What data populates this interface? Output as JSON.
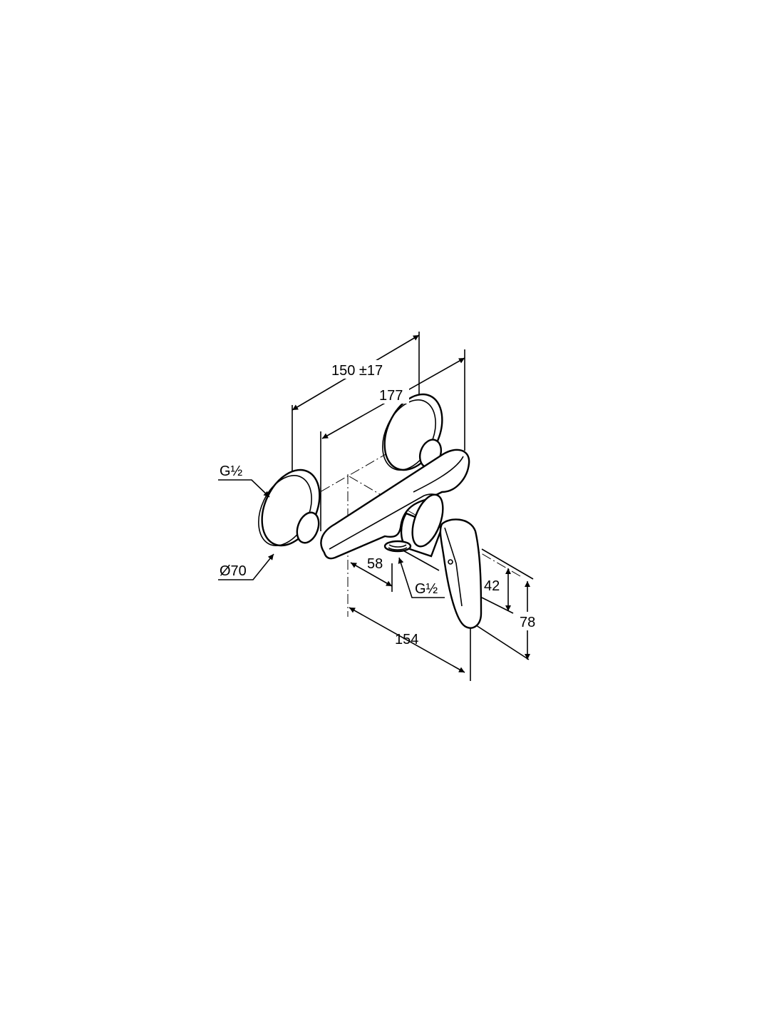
{
  "drawing": {
    "dimensions": {
      "centre_distance": "150 ±17",
      "overall_width": "177",
      "inlet_thread": "G½",
      "escutcheon_diameter": "Ø70",
      "outlet_offset": "58",
      "outlet_thread": "G½",
      "lever_height": "42",
      "total_height": "78",
      "projection": "154"
    }
  }
}
